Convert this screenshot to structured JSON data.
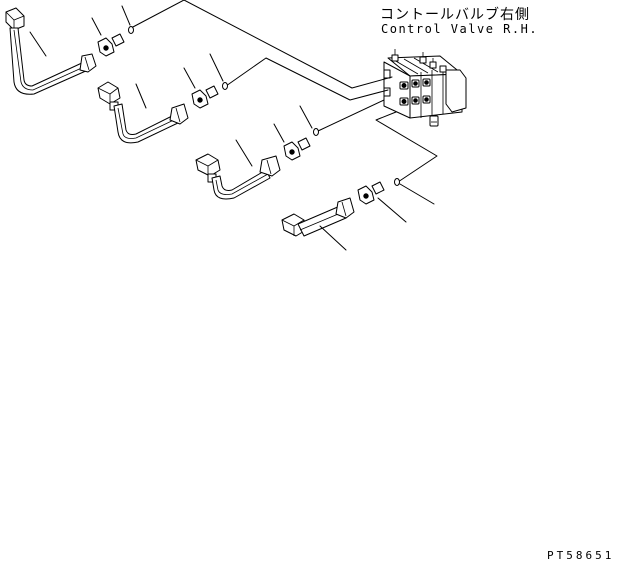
{
  "title": {
    "japanese": "コントールバルブ右側",
    "english": "Control Valve R.H."
  },
  "drawing_number": "PT58651",
  "colors": {
    "ink": "#000000",
    "paper": "#ffffff"
  },
  "components": [
    {
      "id": "control-valve",
      "icon": "control-valve-block-icon"
    },
    {
      "id": "hose-line-1",
      "icon": "bent-tube-icon"
    },
    {
      "id": "hose-line-2",
      "icon": "bent-tube-icon"
    },
    {
      "id": "hose-line-3",
      "icon": "bent-tube-icon"
    },
    {
      "id": "hose-line-4",
      "icon": "bent-tube-icon"
    }
  ]
}
